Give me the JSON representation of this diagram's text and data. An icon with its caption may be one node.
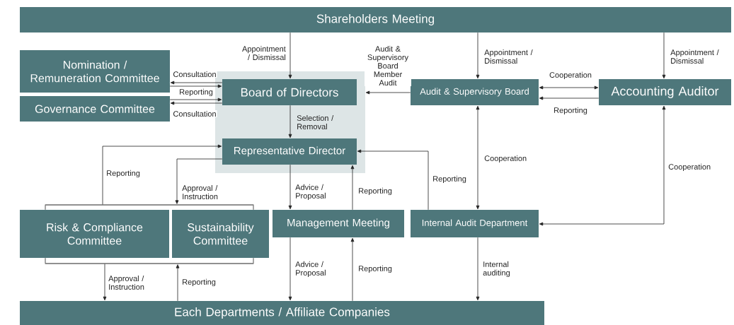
{
  "diagram": {
    "nodes": [
      {
        "text": [
          "Shareholders Meeting"
        ]
      },
      {
        "text": [
          "Nomination / Remuneration Committee"
        ]
      },
      {
        "text": [
          "Governance Committee"
        ]
      },
      {
        "text": [],
        "shape": "box"
      },
      {
        "text": [
          "Board of Directors"
        ],
        "in": 3
      },
      {
        "text": [
          "Audit & Supervisory Board"
        ]
      },
      {
        "text": [
          "Accounting Auditor"
        ]
      },
      {
        "text": [
          "Representative Director"
        ],
        "in": 3
      },
      {
        "text": [],
        "shape": "bar"
      },
      {
        "text": [
          "Risk & Compliance Committee"
        ]
      },
      {
        "text": [
          "Sustainability Committee"
        ]
      },
      {
        "text": [],
        "shape": "bar"
      },
      {
        "text": [
          "Management Meeting"
        ]
      },
      {
        "text": [
          "Internal Audit Department"
        ]
      },
      {
        "text": [
          "Each Departments / Affiliate Companies"
        ]
      }
    ],
    "edges": [
      {
        "from": 0,
        "to": 4,
        "arrow": "to",
        "label": "Appointment / Dismissal"
      },
      {
        "from": 0,
        "to": 5,
        "arrow": "to",
        "label": "Appointment / Dismissal"
      },
      {
        "from": 0,
        "to": 6,
        "arrow": "to",
        "label": "Appointment / Dismissal"
      },
      {
        "from": 4,
        "to": 1,
        "arrow": "to",
        "label": "Consultation"
      },
      {
        "from": 1,
        "to": 4,
        "arrow": "to",
        "label": "Reporting"
      },
      {
        "from": 2,
        "to": 4,
        "arrow": "to"
      },
      {
        "from": 4,
        "to": 2,
        "arrow": "to",
        "label": "Consultation"
      },
      {
        "from": 4,
        "to": 7,
        "arrow": "to",
        "label": "Selection / Removal"
      },
      {
        "from": 5,
        "to": 3,
        "arrow": "to",
        "label": "Audit & Supervisory Board Member Audit"
      },
      {
        "from": 5,
        "to": 6,
        "arrow": "both",
        "label": "Cooperation"
      },
      {
        "from": 6,
        "to": 5,
        "arrow": "to",
        "label": "Reporting"
      },
      {
        "from": 5,
        "to": 13,
        "arrow": "both",
        "label": "Cooperation"
      },
      {
        "from": 6,
        "to": 13,
        "arrow": "both",
        "label": "Cooperation"
      },
      {
        "from": 13,
        "to": 7,
        "arrow": "to",
        "label": "Reporting"
      },
      {
        "from": 7,
        "to": 12,
        "arrow": "to",
        "label": "Advice / Proposal"
      },
      {
        "from": 12,
        "to": 7,
        "arrow": "to",
        "label": "Reporting"
      },
      {
        "from": 8,
        "to": 7,
        "arrow": "to",
        "label": "Reporting"
      },
      {
        "from": 7,
        "to": 8,
        "arrow": "to",
        "label": "Approval / Instruction"
      },
      {
        "from": 8,
        "to": 9,
        "arrow": "none"
      },
      {
        "from": 8,
        "to": 10,
        "arrow": "none"
      },
      {
        "from": 9,
        "to": 11,
        "arrow": "none"
      },
      {
        "from": 10,
        "to": 11,
        "arrow": "none"
      },
      {
        "from": 11,
        "to": 14,
        "arrow": "to",
        "label": "Approval / Instruction"
      },
      {
        "from": 14,
        "to": 11,
        "arrow": "to",
        "label": "Reporting"
      },
      {
        "from": 12,
        "to": 14,
        "arrow": "to",
        "label": "Advice / Proposal"
      },
      {
        "from": 14,
        "to": 12,
        "arrow": "to",
        "label": "Reporting"
      },
      {
        "from": 13,
        "to": 14,
        "arrow": "to",
        "label": "Internal auditing"
      }
    ]
  }
}
